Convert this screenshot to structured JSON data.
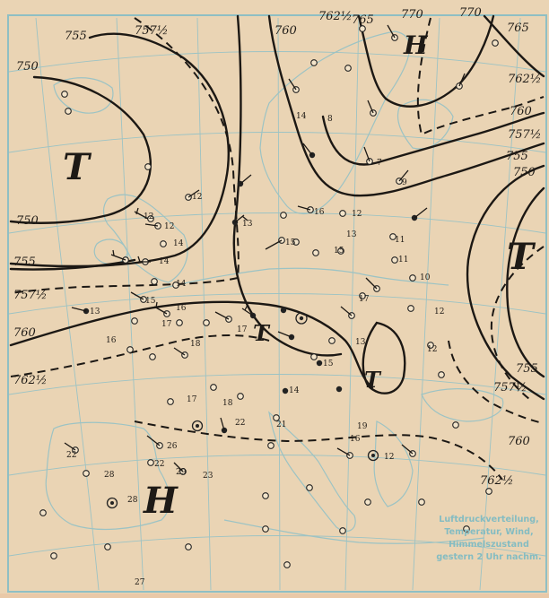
{
  "isobar_labels": [
    "755",
    "757½",
    "750",
    "755",
    "757½",
    "760",
    "762½",
    "760",
    "762½",
    "765",
    "770",
    "770",
    "765",
    "762½",
    "760",
    "757½",
    "755",
    "750",
    "750",
    "755",
    "757½",
    "760",
    "762½"
  ],
  "pressure_symbols": {
    "low": "T",
    "high": "H"
  },
  "temperatures": [
    "12",
    "12",
    "12",
    "14",
    "14",
    "14",
    "13",
    "15",
    "16",
    "17",
    "16",
    "18",
    "17",
    "17",
    "18",
    "22",
    "21",
    "26",
    "22",
    "22",
    "28",
    "28",
    "23",
    "27",
    "29",
    "19",
    "16",
    "12",
    "15",
    "14",
    "13",
    "11",
    "12",
    "10",
    "12",
    "13",
    "15",
    "16",
    "13",
    "17",
    "15",
    "14",
    "11",
    "12",
    "9",
    "8",
    "7"
  ],
  "caption": [
    "Luftdruckverteilung,",
    "Temperatur, Wind,",
    "Himmelszustand",
    "gestern 2 Uhr nachm."
  ],
  "colors": {
    "paper": "#ead4b4",
    "ink": "#1c1814",
    "grid": "#9cc3c4",
    "caption": "#84bcc2"
  }
}
